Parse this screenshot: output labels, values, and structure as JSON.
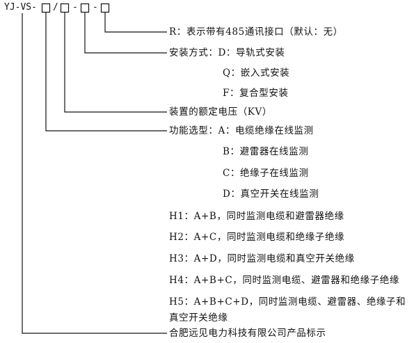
{
  "code": {
    "prefix": "YJ-VS-",
    "slot_mark": "□",
    "slash": "/",
    "dash": "-"
  },
  "options": {
    "r_line": "R：表示带有485通讯接口（默认：无）",
    "install_d": "安装方式：D：导轨式安装",
    "install_q": "Q：嵌入式安装",
    "install_f": "F：复合型安装",
    "rated_voltage": "装置的额定电压（KV）",
    "func_a": "功能选型：A：电缆绝缘在线监测",
    "func_b": "B：避雷器在线监测",
    "func_c": "C：绝缘子在线监测",
    "func_d": "D：真空开关在线监测",
    "h1": "H1：A+B，同时监测电缆和避雷器绝缘",
    "h2": "H2：A+C，同时监测电缆和绝缘子绝缘",
    "h3": "H3：A+D，同时监测电缆和真空开关绝缘",
    "h4": "H4：A+B+C，同时监测电缆、避雷器和绝缘子绝缘",
    "h5_line1": "H5：A+B+C+D，同时监测电缆、避雷器、绝缘子和",
    "h5_line2": "真空开关绝缘",
    "company": "合肥远见电力科技有限公司产品标示"
  }
}
